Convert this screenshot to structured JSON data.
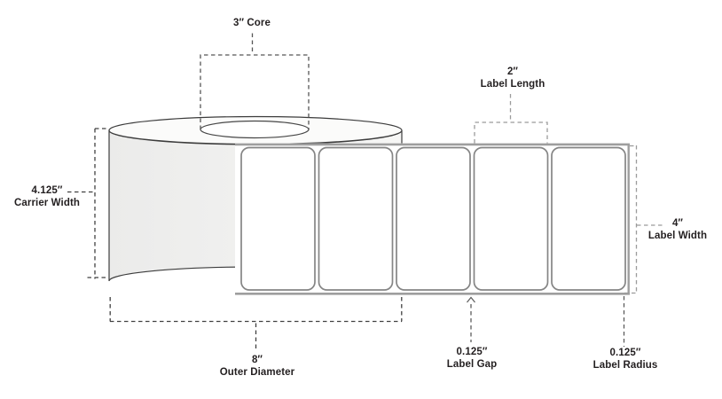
{
  "diagram": {
    "subject": "label-roll-dimension-diagram",
    "labels_visible_on_liner": 5,
    "dims": {
      "core": {
        "text": "3″ Core"
      },
      "carrier_width": {
        "value": "4.125″",
        "name": "Carrier Width"
      },
      "label_length": {
        "value": "2″",
        "name": "Label Length"
      },
      "label_width": {
        "value": "4″",
        "name": "Label Width"
      },
      "outer_diameter": {
        "value": "8″",
        "name": "Outer Diameter"
      },
      "label_gap": {
        "value": "0.125″",
        "name": "Label Gap"
      },
      "label_radius": {
        "value": "0.125″",
        "name": "Label Radius"
      }
    },
    "colors": {
      "background": "#ffffff",
      "outline": "#3c3c3c",
      "dimension_dash_dark": "#414141",
      "dimension_dash_medium": "#5c5c5c",
      "dimension_dash_light": "#9b9b9b",
      "roll_face": "#f2f2f1",
      "roll_top": "#fbfbfa",
      "liner_edge": "#9e9e9e",
      "label_border": "#858585",
      "text": "#231f20"
    }
  }
}
